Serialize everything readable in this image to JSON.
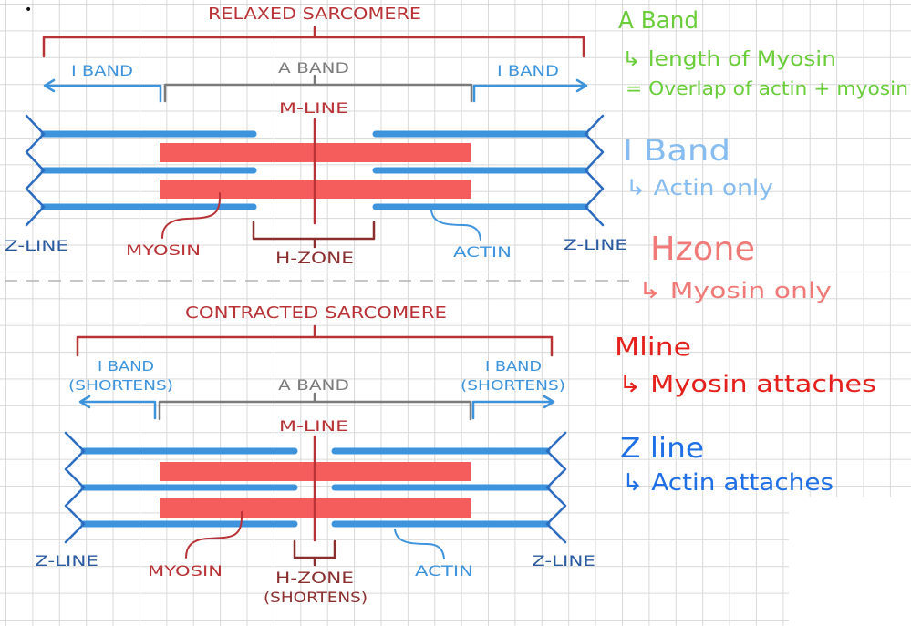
{
  "page": {
    "bullet": "•"
  },
  "relaxed": {
    "title": "RELAXED SARCOMERE",
    "i_band_left": "I BAND",
    "a_band": "A BAND",
    "i_band_right": "I BAND",
    "m_line": "M-LINE",
    "z_line_left": "Z-LINE",
    "myosin": "MYOSIN",
    "h_zone": "H-ZONE",
    "actin": "ACTIN",
    "z_line_right": "Z-LINE"
  },
  "contracted": {
    "title": "CONTRACTED SARCOMERE",
    "i_band_left": "I BAND",
    "i_band_left_note": "(SHORTENS)",
    "a_band": "A BAND",
    "i_band_right": "I BAND",
    "i_band_right_note": "(SHORTENS)",
    "m_line": "M-LINE",
    "z_line_left": "Z-LINE",
    "myosin": "MYOSIN",
    "h_zone": "H-ZONE",
    "h_zone_note": "(SHORTENS)",
    "actin": "ACTIN",
    "z_line_right": "Z-LINE"
  },
  "notes": [
    {
      "heading": "A Band",
      "lines": [
        "↳ length of Myosin",
        "= Overlap of actin + myosin"
      ],
      "color": "#6acd3a"
    },
    {
      "heading": "I Band",
      "lines": [
        "↳ Actin only"
      ],
      "color": "#86bcef"
    },
    {
      "heading": "Hzone",
      "lines": [
        "↳ Myosin only"
      ],
      "color": "#f07a78"
    },
    {
      "heading": "Mline",
      "lines": [
        "↳ Myosin attaches"
      ],
      "color": "#e5211d"
    },
    {
      "heading": "Z line",
      "lines": [
        "↳ Actin attaches"
      ],
      "color": "#1f6fe5"
    }
  ],
  "colors": {
    "title": "#b83236",
    "myosin": "#f55d5d",
    "actin": "#3d93dc",
    "z_line": "#2c6cc0",
    "z_label": "#2a5aa0",
    "a_band": "#7b7b7b",
    "h_zone": "#8a2e2e",
    "divider": "#b3b3b3",
    "ink": "#111111"
  }
}
